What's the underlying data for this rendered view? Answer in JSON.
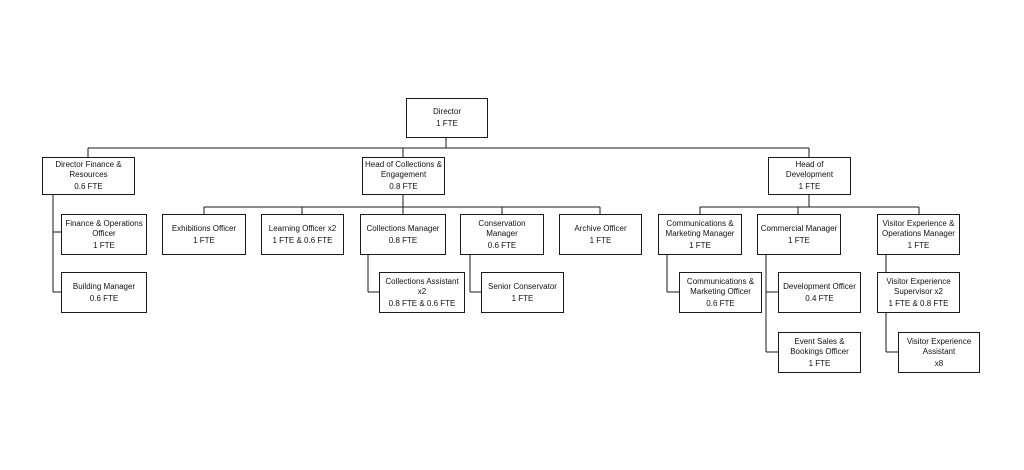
{
  "nodes": {
    "director": {
      "title": "Director",
      "fte": "1 FTE"
    },
    "finance": {
      "title": "Director Finance &\nResources",
      "fte": "0.6 FTE"
    },
    "collections": {
      "title": "Head of Collections &\nEngagement",
      "fte": "0.8 FTE"
    },
    "development": {
      "title": "Head of\nDevelopment",
      "fte": "1 FTE"
    },
    "fin_ops": {
      "title": "Finance & Operations\nOfficer",
      "fte": "1 FTE"
    },
    "building": {
      "title": "Building Manager",
      "fte": "0.6 FTE"
    },
    "exhibitions": {
      "title": "Exhibitions Officer",
      "fte": "1 FTE"
    },
    "learning": {
      "title": "Learning Officer x2",
      "fte": "1 FTE & 0.6 FTE"
    },
    "coll_manager": {
      "title": "Collections Manager",
      "fte": "0.8 FTE"
    },
    "conservation": {
      "title": "Conservation\nManager",
      "fte": "0.6 FTE"
    },
    "archive": {
      "title": "Archive Officer",
      "fte": "1 FTE"
    },
    "coll_assistant": {
      "title": "Collections Assistant\nx2",
      "fte": "0.8 FTE & 0.6 FTE"
    },
    "senior_cons": {
      "title": "Senior Conservator",
      "fte": "1 FTE"
    },
    "comms_manager": {
      "title": "Communications &\nMarketing Manager",
      "fte": "1 FTE"
    },
    "commercial": {
      "title": "Commercial Manager",
      "fte": "1 FTE"
    },
    "visitor_ops": {
      "title": "Visitor Experience &\nOperations Manager",
      "fte": "1 FTE"
    },
    "comms_officer": {
      "title": "Communications &\nMarketing Officer",
      "fte": "0.6 FTE"
    },
    "dev_officer": {
      "title": "Development Officer",
      "fte": "0.4 FTE"
    },
    "event_sales": {
      "title": "Event Sales &\nBookings Officer",
      "fte": "1 FTE"
    },
    "visitor_sup": {
      "title": "Visitor Experience\nSupervisor x2",
      "fte": "1 FTE & 0.8 FTE"
    },
    "visitor_asst": {
      "title": "Visitor Experience\nAssistant",
      "fte": "x8"
    }
  }
}
